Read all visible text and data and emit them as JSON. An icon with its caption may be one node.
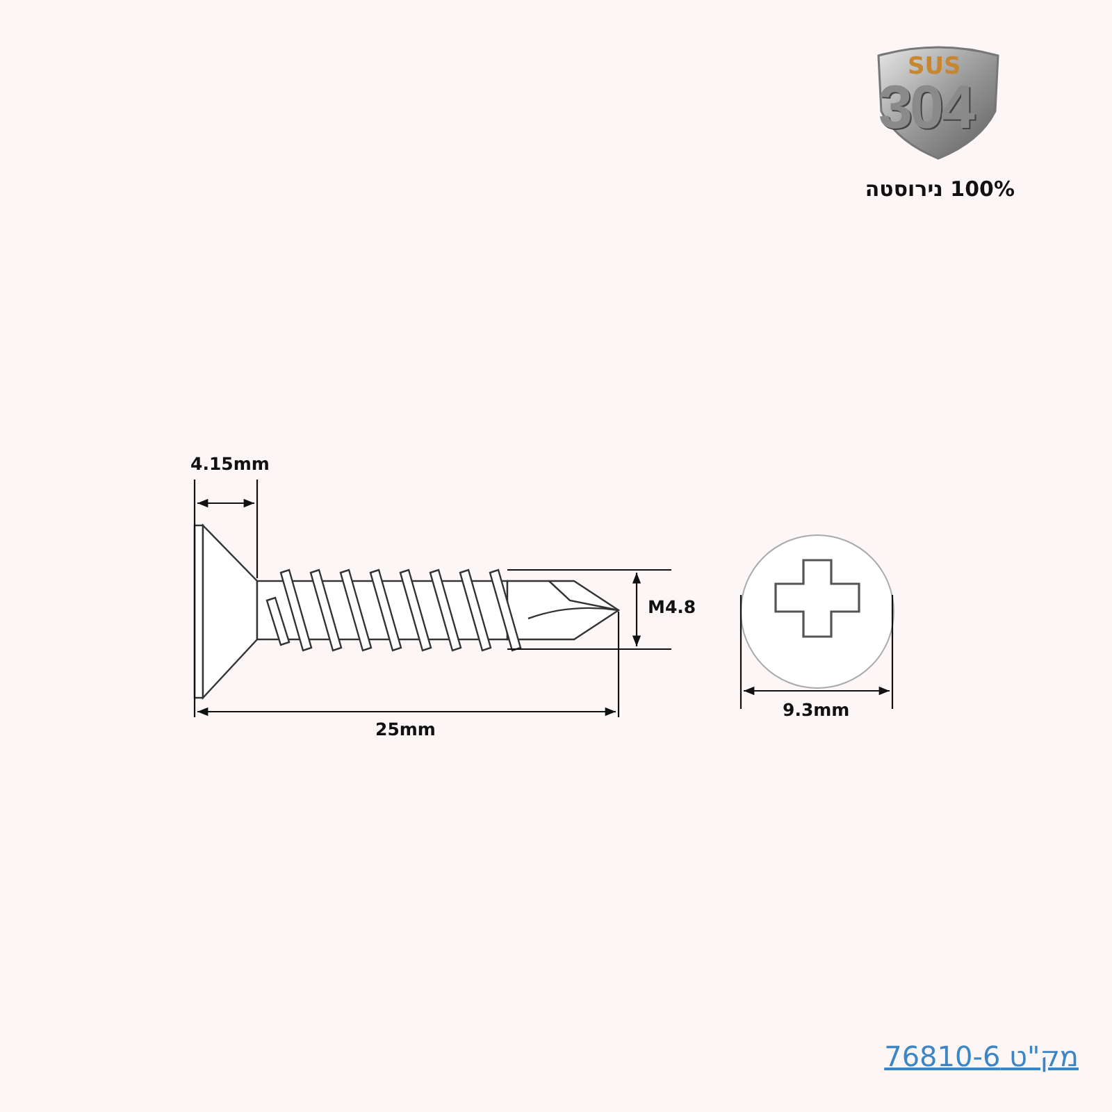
{
  "diagram": {
    "labels": [
      "SUS",
      "304",
      "100% נירוסטה",
      "4.15mm",
      "M4.8",
      "25mm",
      "9.3mm",
      "מק\"ט 76810-6"
    ]
  }
}
